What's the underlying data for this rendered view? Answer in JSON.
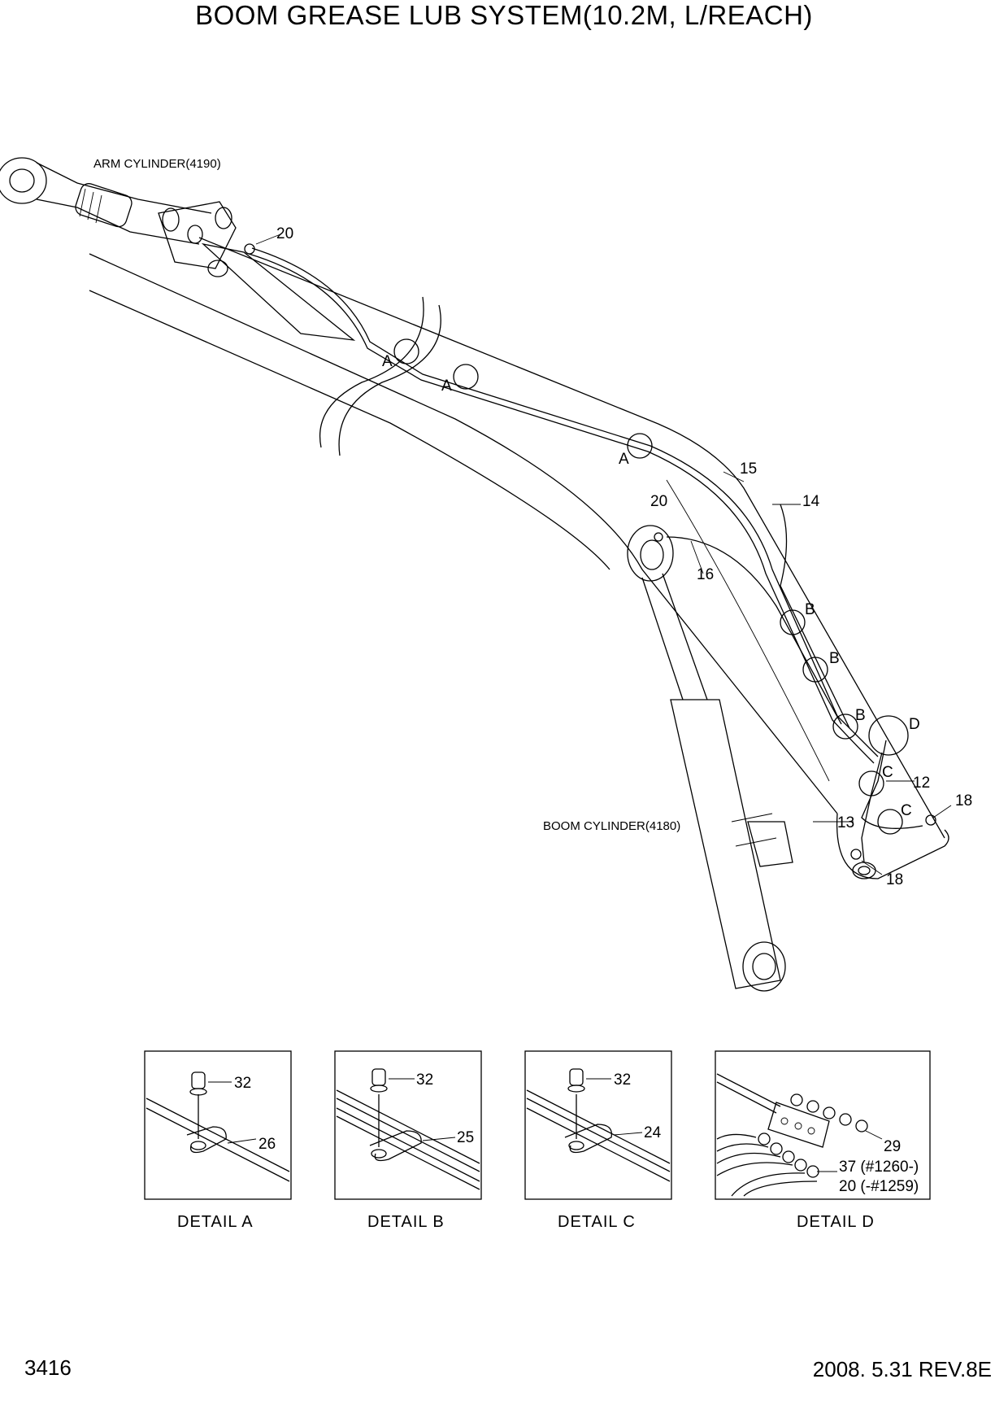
{
  "title": "BOOM GREASE LUB SYSTEM(10.2M, L/REACH)",
  "page_number": "3416",
  "revision": "2008. 5.31  REV.8E",
  "components": {
    "arm_cylinder": "ARM CYLINDER(4190)",
    "boom_cylinder": "BOOM CYLINDER(4180)"
  },
  "callouts": {
    "c20_top": "20",
    "c20_mid": "20",
    "c15": "15",
    "c14": "14",
    "c16": "16",
    "c12": "12",
    "c13": "13",
    "c18_right": "18",
    "c18_bottom": "18"
  },
  "detail_markers": {
    "a1": "A",
    "a2": "A",
    "a3": "A",
    "b1": "B",
    "b2": "B",
    "b3": "B",
    "c1": "C",
    "c2": "C",
    "d": "D"
  },
  "details": [
    {
      "label": "DETAIL  A",
      "bolt": "32",
      "clamp": "26"
    },
    {
      "label": "DETAIL  B",
      "bolt": "32",
      "clamp": "25"
    },
    {
      "label": "DETAIL  C",
      "bolt": "32",
      "clamp": "24"
    },
    {
      "label": "DETAIL  D",
      "fitting": "29",
      "hose_new": "37 (#1260-)",
      "hose_old": "20 (-#1259)"
    }
  ]
}
